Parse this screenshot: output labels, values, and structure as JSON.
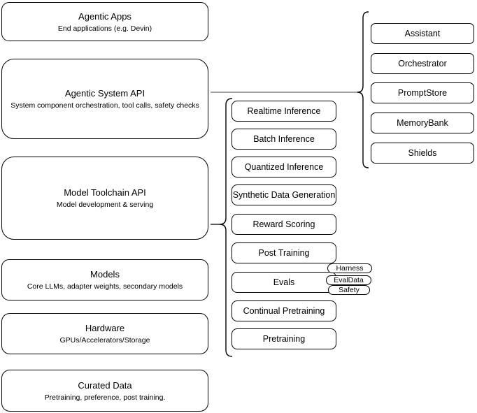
{
  "diagram": {
    "left_stack": [
      {
        "title": "Agentic Apps",
        "subtitle": "End applications (e.g. Devin)"
      },
      {
        "title": "Agentic System API",
        "subtitle": "System component orchestration, tool calls, safety checks"
      },
      {
        "title": "Model Toolchain API",
        "subtitle": "Model development & serving"
      },
      {
        "title": "Models",
        "subtitle": "Core LLMs, adapter weights, secondary models"
      },
      {
        "title": "Hardware",
        "subtitle": "GPUs/Accelerators/Storage"
      },
      {
        "title": "Curated Data",
        "subtitle": "Pretraining, preference, post training."
      }
    ],
    "toolchain_items": [
      "Realtime Inference",
      "Batch Inference",
      "Quantized Inference",
      "Synthetic Data Generation",
      "Reward Scoring",
      "Post Training",
      "Evals",
      "Continual Pretraining",
      "Pretraining"
    ],
    "eval_tags": [
      "Harness",
      "EvalData",
      "Safety"
    ],
    "system_components": [
      "Assistant",
      "Orchestrator",
      "PromptStore",
      "MemoryBank",
      "Shields"
    ],
    "colors": {
      "stroke": "#000000",
      "fill": "#ffffff",
      "connector": "#808080"
    }
  }
}
